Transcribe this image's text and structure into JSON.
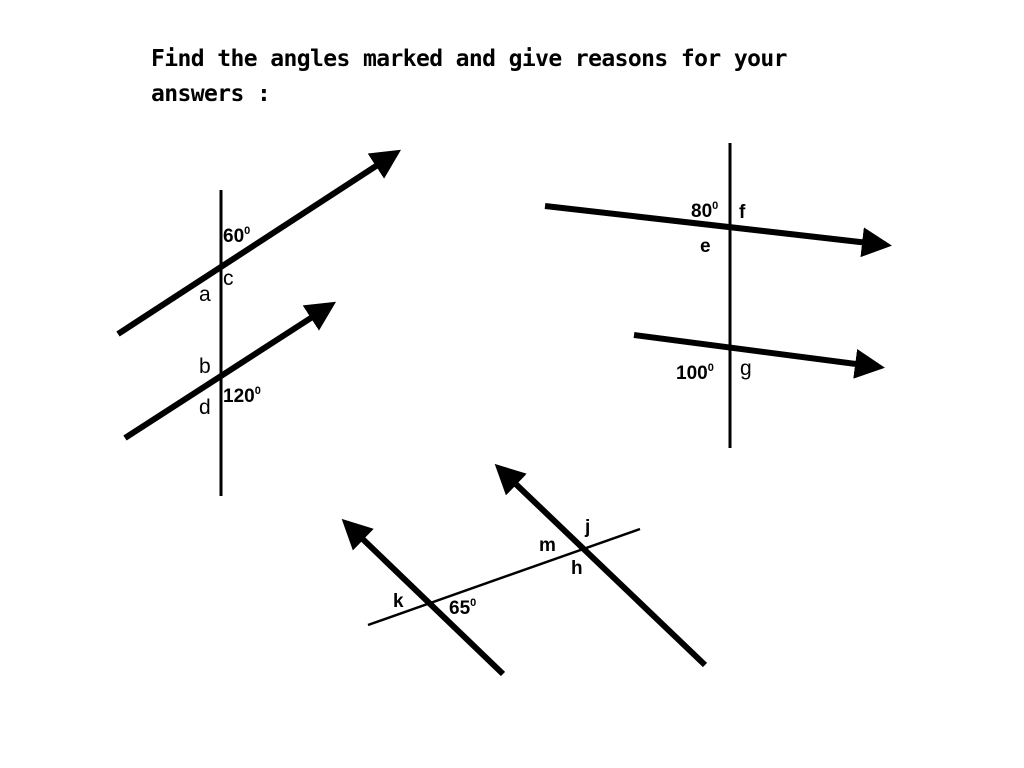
{
  "question": "Find the angles marked and give reasons for your answers :",
  "diagram1": {
    "labels": {
      "angle_60": "60",
      "angle_120": "120",
      "a": "a",
      "b": "b",
      "c": "c",
      "d": "d"
    },
    "degree_mark": "0"
  },
  "diagram2": {
    "labels": {
      "angle_80": "80",
      "angle_100": "100",
      "e": "e",
      "f": "f",
      "g": "g"
    },
    "degree_mark": "0"
  },
  "diagram3": {
    "labels": {
      "angle_65": "65",
      "h": "h",
      "j": "j",
      "k": "k",
      "m": "m"
    },
    "degree_mark": "0"
  }
}
